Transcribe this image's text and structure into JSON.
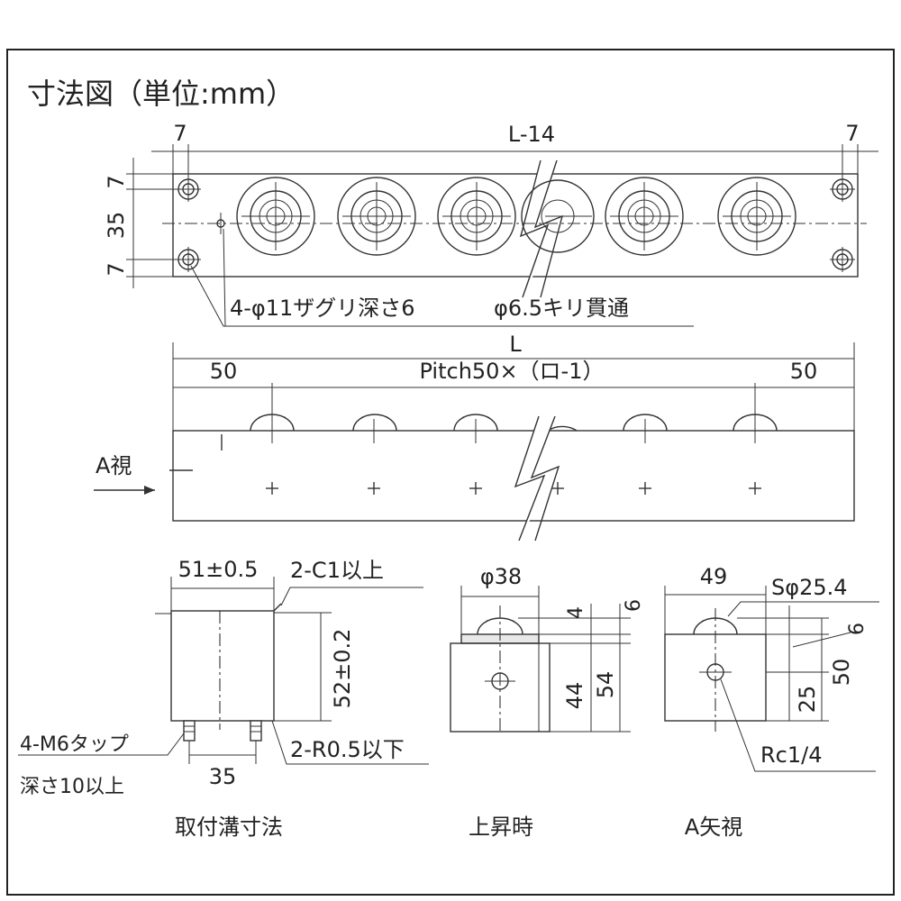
{
  "title": "寸法図（単位:mm）",
  "top_view": {
    "dim_left": "7",
    "dim_right": "7",
    "dim_total": "L-14",
    "dim_v_top": "7",
    "dim_v_mid": "35",
    "dim_v_bot": "7",
    "note_counterbore": "4-φ11ザグリ深さ6",
    "note_through": "φ6.5キリ貫通"
  },
  "side_view": {
    "dim_total": "L",
    "dim_left": "50",
    "dim_pitch": "Pitch50×（ロ-1）",
    "dim_right": "50",
    "view_arrow_label": "A視"
  },
  "groove_view": {
    "caption": "取付溝寸法",
    "dim_width": "51±0.5",
    "dim_chamfer": "2-C1以上",
    "dim_height": "52±0.2",
    "dim_tap": "4-M6タップ",
    "dim_tap_depth": "深さ10以上",
    "dim_pitch": "35",
    "dim_radius": "2-R0.5以下"
  },
  "raised_view": {
    "caption": "上昇時",
    "dim_diameter": "φ38",
    "dim_4": "4",
    "dim_6": "6",
    "dim_44": "44",
    "dim_54": "54"
  },
  "a_view": {
    "caption": "A矢視",
    "dim_49": "49",
    "dim_sphere": "Sφ25.4",
    "dim_6": "6",
    "dim_50": "50",
    "dim_25": "25",
    "dim_port": "Rc1/4"
  }
}
